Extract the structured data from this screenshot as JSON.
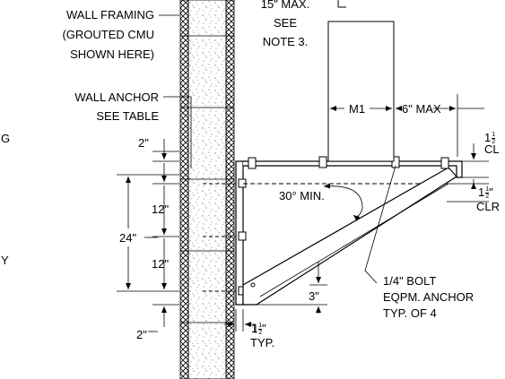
{
  "labels": {
    "wall_framing": [
      "WALL FRAMING",
      "(GROUTED CMU",
      "SHOWN HERE)"
    ],
    "wall_anchor": [
      "WALL ANCHOR",
      "SEE TABLE"
    ],
    "max_15": [
      "15\" MAX.",
      "SEE",
      "NOTE 3."
    ],
    "m1": "M1",
    "six_max": "6\" MAX",
    "angle": "30° MIN.",
    "bolt": [
      "1/4\" BOLT",
      "EQPM. ANCHOR",
      "TYP. OF 4"
    ],
    "dim_2_top": "2\"",
    "dim_12_top": "12\"",
    "dim_24": "24\"",
    "dim_12_bottom": "12\"",
    "dim_2_bottom": "2\"",
    "dim_3": "3\"",
    "typ_whole": "1",
    "typ_num": "1",
    "typ_den": "2",
    "typ_unit": "\"",
    "typ_label": "TYP.",
    "clr_top_whole": "1",
    "clr_top_num": "1",
    "clr_top_den": "2",
    "clr_top_label": "CL",
    "clr_right_whole": "1",
    "clr_right_num": "1",
    "clr_right_den": "2",
    "clr_right_unit": "\"",
    "clr_right_label": "CLR",
    "left_edge_g": "G",
    "left_edge_y": "Y"
  },
  "colors": {
    "line": "#000000",
    "background": "#ffffff",
    "cmu_fill": "#ffffff"
  }
}
